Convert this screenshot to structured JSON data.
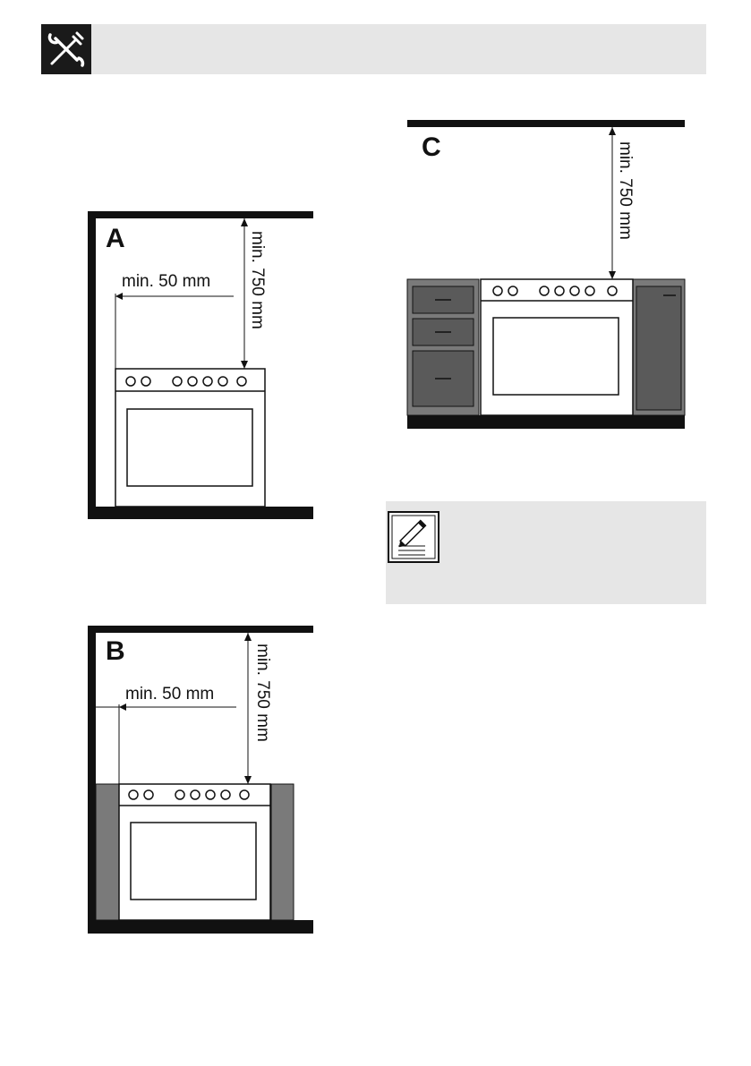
{
  "header": {
    "icon": "tools-icon",
    "background_color": "#e6e6e6",
    "icon_background": "#1a1a1a"
  },
  "figures": {
    "a": {
      "letter": "A",
      "side_clearance": "min. 50 mm",
      "top_clearance": "min. 750 mm"
    },
    "b": {
      "letter": "B",
      "side_clearance": "min. 50 mm",
      "top_clearance": "min. 750 mm"
    },
    "c": {
      "letter": "C",
      "top_clearance": "min. 750 mm"
    }
  },
  "note": {
    "icon": "pencil-note-icon",
    "background_color": "#e6e6e6"
  },
  "colors": {
    "cabinet_gray": "#7a7a7a",
    "cabinet_dark": "#5a5a5a",
    "wall_black": "#111111"
  }
}
